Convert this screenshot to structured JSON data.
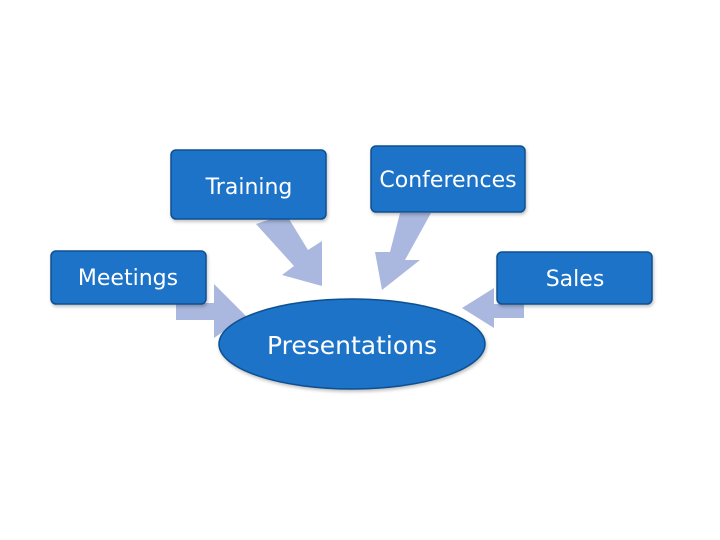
{
  "nodes": {
    "training": "Training",
    "conferences": "Conferences",
    "meetings": "Meetings",
    "sales": "Sales",
    "center": "Presentations"
  },
  "colors": {
    "box_fill": "#1e73c8",
    "box_border": "#0f4f8f",
    "arrow_fill": "#aab8df",
    "background": "#ffffff"
  }
}
